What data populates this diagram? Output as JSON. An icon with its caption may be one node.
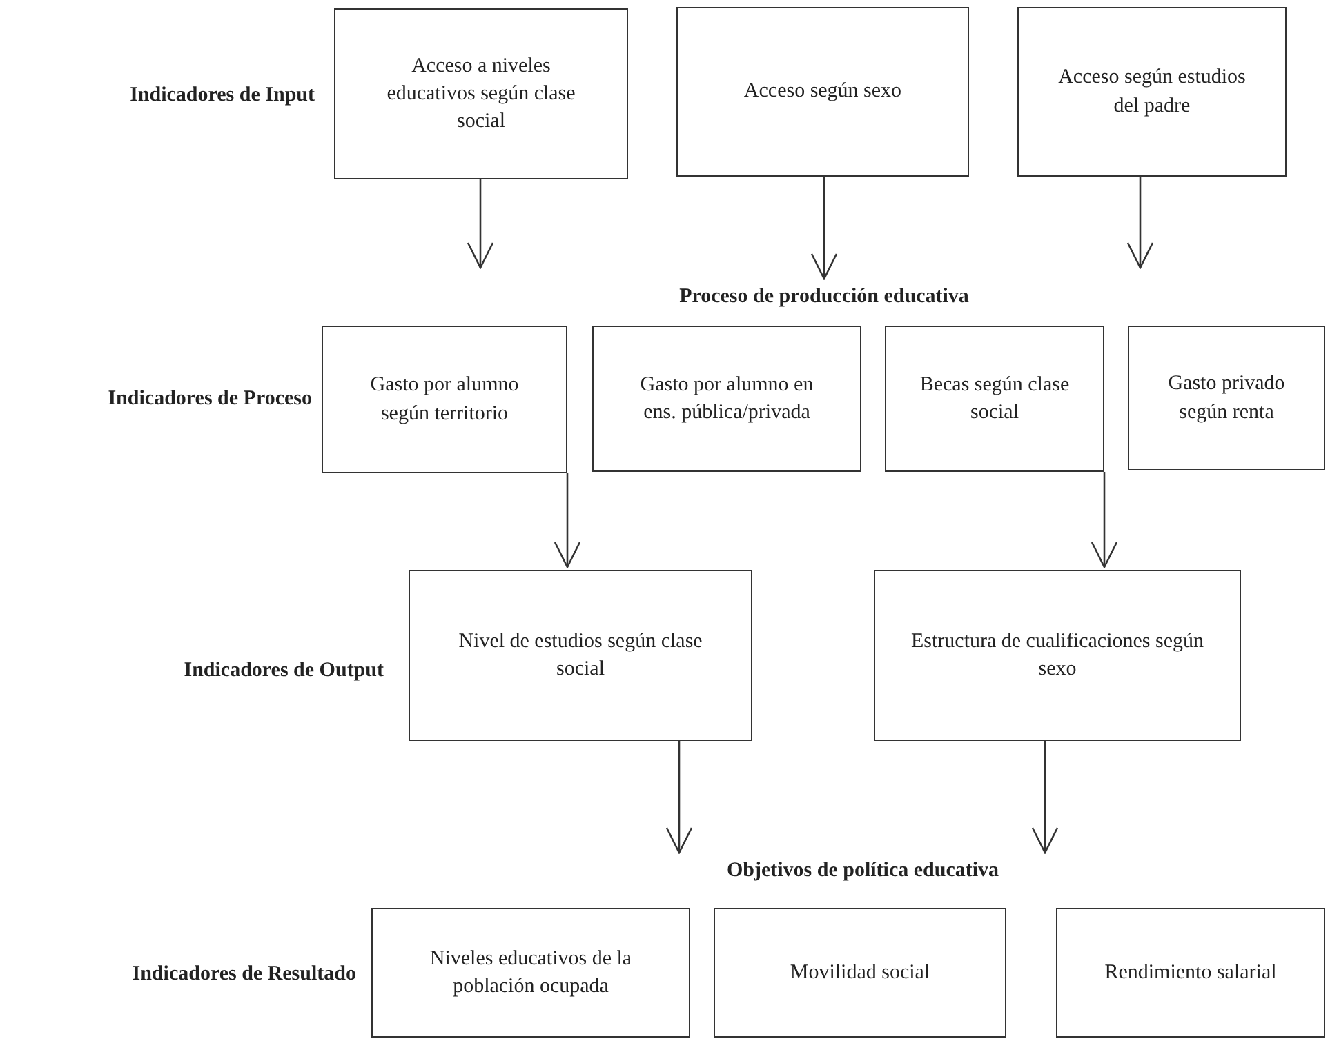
{
  "diagram": {
    "nodes": [
      {
        "text": [
          "Acceso a niveles educativos según clase social"
        ]
      },
      {
        "text": [
          "Acceso según sexo"
        ]
      },
      {
        "text": [
          "Acceso según estudios del padre"
        ]
      },
      {
        "text": [
          "Proceso de producción educativa"
        ]
      },
      {
        "text": [
          "Gasto por alumno según territorio"
        ]
      },
      {
        "text": [
          "Gasto por alumno en ens. pública/privada"
        ]
      },
      {
        "text": [
          "Becas según clase social"
        ]
      },
      {
        "text": [
          "Gasto privado según renta"
        ]
      },
      {
        "text": [
          "Nivel de estudios según clase social"
        ]
      },
      {
        "text": [
          "Estructura de cualificaciones según sexo"
        ]
      },
      {
        "text": [
          "Objetivos de política educativa"
        ]
      },
      {
        "text": [
          "Niveles educativos de la población ocupada"
        ]
      },
      {
        "text": [
          "Movilidad social"
        ]
      },
      {
        "text": [
          "Rendimiento salarial"
        ]
      }
    ],
    "edges": [
      {
        "from": 0,
        "to": null,
        "arrow": "to"
      },
      {
        "from": 1,
        "to": 3,
        "arrow": "to"
      },
      {
        "from": 2,
        "to": null,
        "arrow": "to"
      },
      {
        "from": 4,
        "to": 8,
        "arrow": "to"
      },
      {
        "from": 6,
        "to": 9,
        "arrow": "to"
      },
      {
        "from": 8,
        "to": 10,
        "arrow": "to"
      },
      {
        "from": 9,
        "to": 10,
        "arrow": "to"
      }
    ],
    "labels": [
      "Indicadores de Input",
      "Indicadores de Proceso",
      "Indicadores de Output",
      "Indicadores de Resultado"
    ]
  }
}
